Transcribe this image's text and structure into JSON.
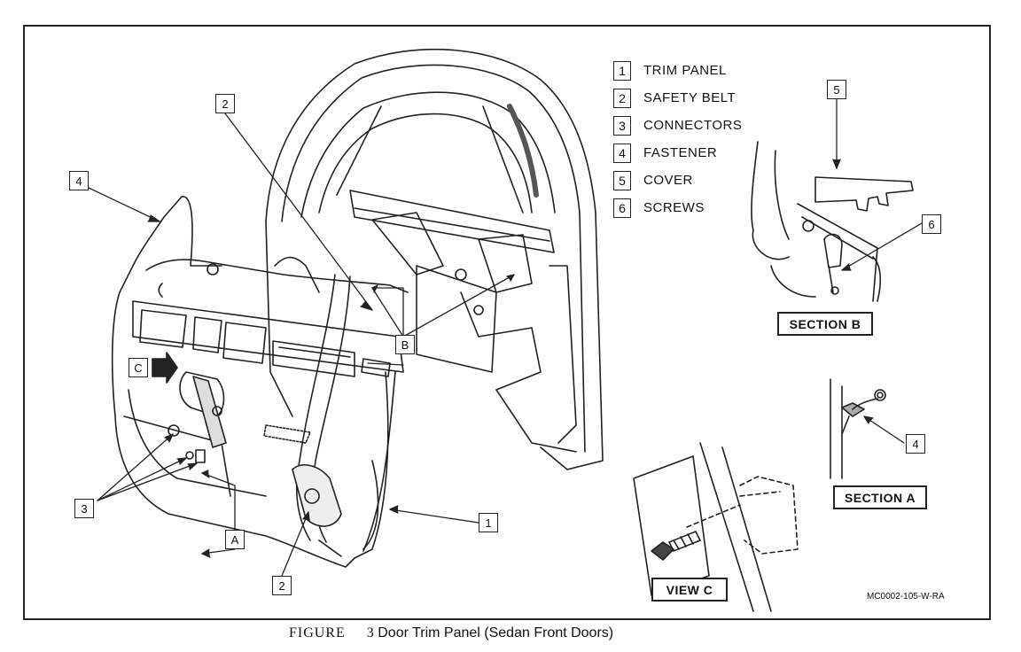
{
  "legend": [
    {
      "num": "1",
      "label": "TRIM PANEL"
    },
    {
      "num": "2",
      "label": "SAFETY BELT"
    },
    {
      "num": "3",
      "label": "CONNECTORS"
    },
    {
      "num": "4",
      "label": "FASTENER"
    },
    {
      "num": "5",
      "label": "COVER"
    },
    {
      "num": "6",
      "label": "SCREWS"
    }
  ],
  "callouts": {
    "c2_top": "2",
    "c4_left": "4",
    "c3_left": "3",
    "c2_bottom": "2",
    "c1": "1",
    "cA": "A",
    "cB": "B",
    "cC": "C",
    "c5_secB": "5",
    "c6_secB": "6",
    "c4_secA": "4"
  },
  "sections": {
    "section_b": "SECTION B",
    "section_a": "SECTION A",
    "view_c": "VIEW C"
  },
  "code": "MC0002-105-W-RA",
  "caption": {
    "lead": "FIGURE",
    "number": "3",
    "text": "Door Trim Panel (Sedan Front Doors)"
  }
}
